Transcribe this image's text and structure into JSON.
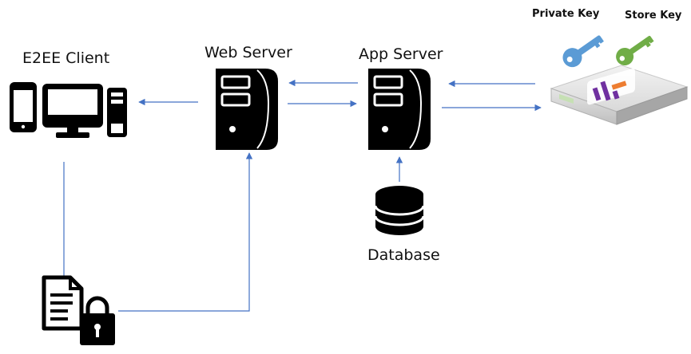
{
  "labels": {
    "client": "E2EE Client",
    "web_server": "Web Server",
    "app_server": "App Server",
    "database": "Database",
    "private_key": "Private Key",
    "store_key": "Store Key"
  },
  "colors": {
    "arrow": "#4472c4",
    "private_key": "#5b9bd5",
    "store_key": "#70ad47",
    "icon": "#000000"
  },
  "icons": {
    "client": "device-set-icon",
    "web_server": "server-tower-icon",
    "app_server": "server-tower-icon",
    "database": "database-icon",
    "document": "locked-document-icon",
    "hsm": "hsm-appliance-icon",
    "private_key": "key-icon",
    "store_key": "key-icon"
  }
}
